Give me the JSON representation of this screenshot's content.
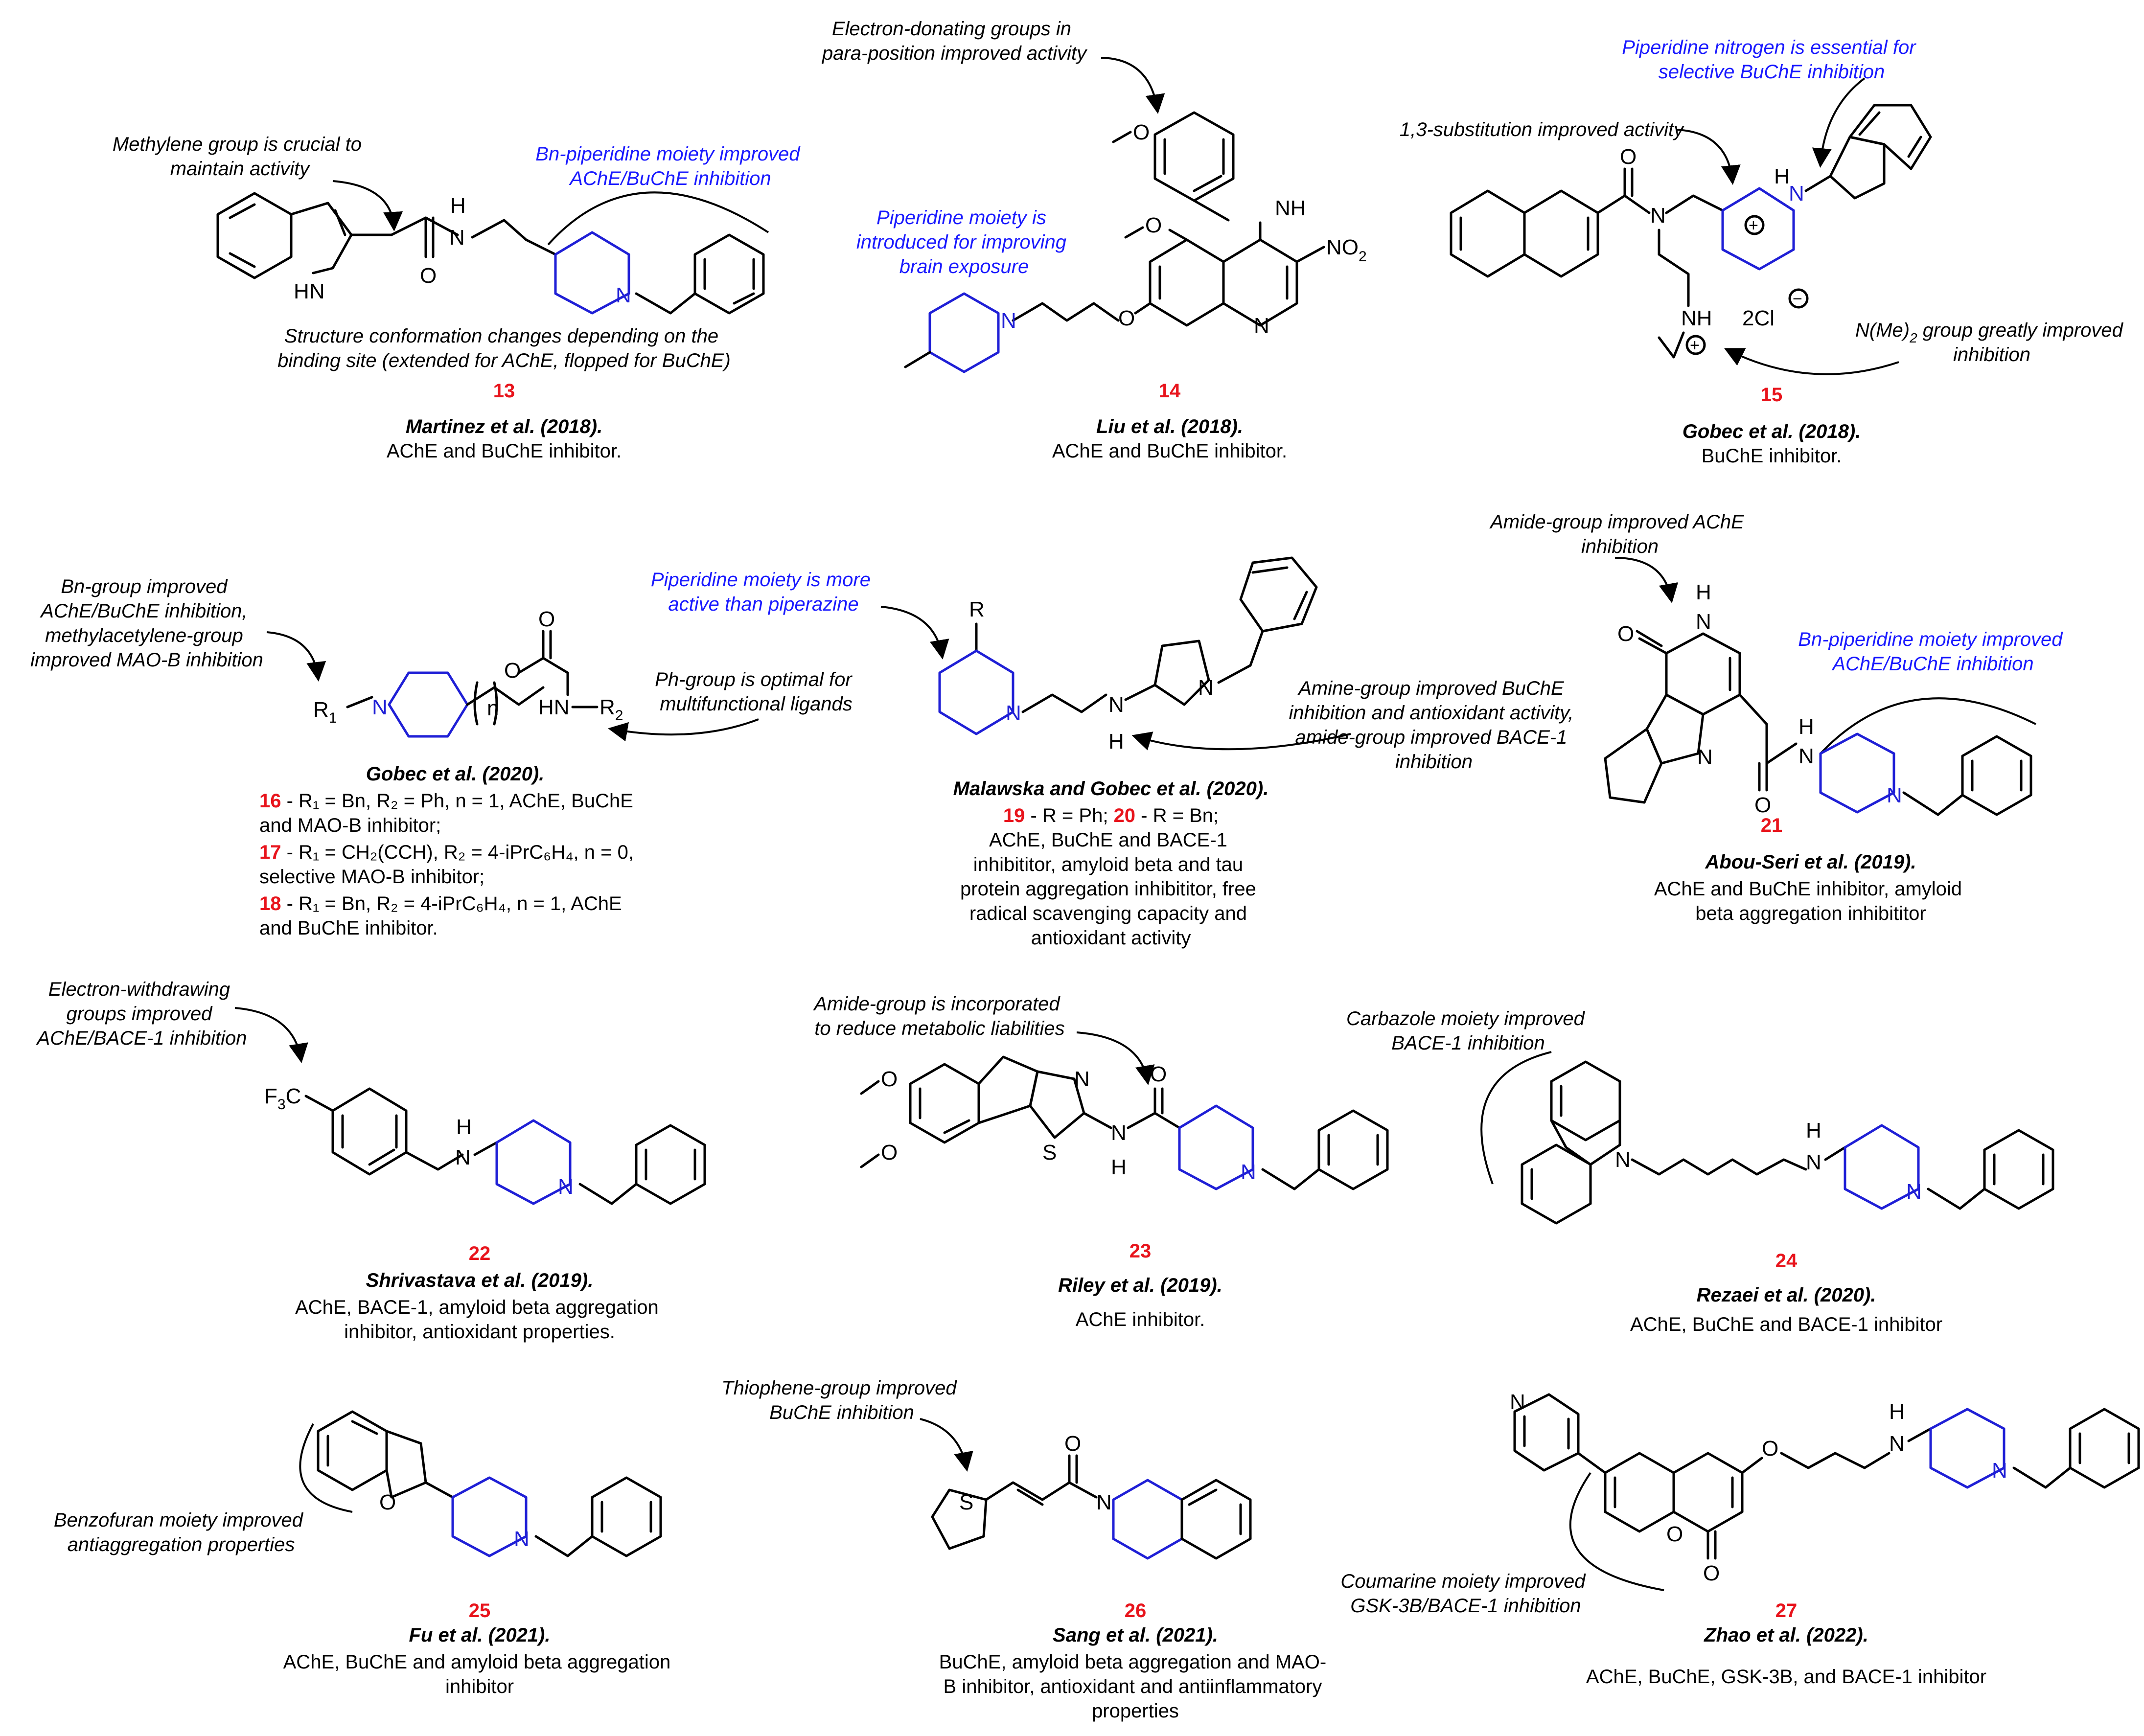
{
  "compounds": {
    "c13": {
      "number": "13",
      "ref": "Martinez et al. (2018).",
      "desc": "AChE and BuChE inhibitor.",
      "notes": {
        "a": [
          "Methylene group is crucial to",
          "maintain activity"
        ],
        "b": [
          "Bn-piperidine moiety improved",
          "AChE/BuChE inhibition"
        ],
        "c": [
          "Structure conformation changes depending on the",
          "binding site (extended for AChE, flopped for BuChE)"
        ]
      }
    },
    "c14": {
      "number": "14",
      "ref": "Liu et al. (2018).",
      "desc": "AChE and BuChE inhibitor.",
      "notes": {
        "a": [
          "Electron-donating groups in",
          "para-position improved activity"
        ],
        "b": [
          "Piperidine moiety is",
          "introduced for improving",
          "brain exposure"
        ]
      }
    },
    "c15": {
      "number": "15",
      "ref": "Gobec et al. (2018).",
      "desc": "BuChE inhibitor.",
      "notes": {
        "a": [
          "Piperidine nitrogen is essential for",
          "selective BuChE inhibition"
        ],
        "b": [
          "1,3-substitution improved activity"
        ],
        "c": [
          "N(Me)",
          "2",
          " group greatly improved",
          "inhibition"
        ]
      }
    },
    "c16_18": {
      "ref": "Gobec et al. (2020).",
      "notes": {
        "a": [
          "Bn-group improved",
          "AChE/BuChE inhibition,",
          "methylacetylene-group",
          "improved MAO-B inhibition"
        ],
        "b": [
          "Ph-group is optimal for",
          "multifunctional ligands"
        ]
      },
      "lines": [
        {
          "num": "16",
          "text": " - R₁ = Bn, R₂ = Ph, n = 1, AChE, BuChE"
        },
        {
          "num": "",
          "text": "and MAO-B inhibitor;"
        },
        {
          "num": "17",
          "text": " - R₁ = CH₂(CCH), R₂ = 4-iPrC₆H₄, n = 0,"
        },
        {
          "num": "",
          "text": "selective MAO-B inhibitor;"
        },
        {
          "num": "18",
          "text": " - R₁ = Bn, R₂ = 4-iPrC₆H₄, n = 1, AChE"
        },
        {
          "num": "",
          "text": "and BuChE inhibitor."
        }
      ]
    },
    "c19_20": {
      "ref": "Malawska and Gobec et al. (2020).",
      "num1": "19",
      "txt1": " - R = Ph; ",
      "num2": "20",
      "txt2": " - R = Bn;",
      "desc": [
        "AChE, BuChE and BACE-1",
        "inhibititor, amyloid beta and tau",
        "protein aggregation inhibititor, free",
        "radical scavenging capacity and",
        "antioxidant activity"
      ],
      "notes": {
        "a": [
          "Piperidine moiety is more",
          "active than piperazine"
        ],
        "b": [
          "Amine-group improved BuChE",
          "inhibition and antioxidant activity,",
          "amide-group improved BACE-1",
          "inhibition"
        ]
      }
    },
    "c21": {
      "number": "21",
      "ref": "Abou-Seri et al. (2019).",
      "desc": [
        "AChE and BuChE inhibitor, amyloid",
        "beta aggregation inhibititor"
      ],
      "notes": {
        "a": [
          "Amide-group improved AChE",
          "inhibition"
        ],
        "b": [
          "Bn-piperidine moiety improved",
          "AChE/BuChE inhibition"
        ]
      }
    },
    "c22": {
      "number": "22",
      "ref": "Shrivastava et al. (2019).",
      "desc": [
        "AChE, BACE-1, amyloid beta aggregation",
        "inhibitor, antioxidant properties."
      ],
      "notes": {
        "a": [
          "Electron-withdrawing",
          "groups improved",
          "AChE/BACE-1 inhibition"
        ]
      }
    },
    "c23": {
      "number": "23",
      "ref": "Riley et al. (2019).",
      "desc": "AChE inhibitor.",
      "notes": {
        "a": [
          "Amide-group is incorporated",
          "to reduce metabolic liabilities"
        ]
      }
    },
    "c24": {
      "number": "24",
      "ref": "Rezaei et al. (2020).",
      "desc": "AChE, BuChE and BACE-1 inhibitor",
      "notes": {
        "a": [
          "Carbazole moiety improved",
          "BACE-1 inhibition"
        ]
      }
    },
    "c25": {
      "number": "25",
      "ref": "Fu et al. (2021).",
      "desc": [
        "AChE, BuChE and amyloid beta aggregation",
        "inhibitor"
      ],
      "notes": {
        "a": [
          "Benzofuran moiety improved",
          "antiaggregation properties"
        ]
      }
    },
    "c26": {
      "number": "26",
      "ref": "Sang et al. (2021).",
      "desc": [
        "BuChE, amyloid beta aggregation and MAO-",
        "B inhibitor, antioxidant and antiinflammatory",
        "properties"
      ],
      "notes": {
        "a": [
          "Thiophene-group improved",
          "BuChE inhibition"
        ]
      }
    },
    "c27": {
      "number": "27",
      "ref": "Zhao et al. (2022).",
      "desc": "AChE, BuChE, GSK-3B, and BACE-1 inhibitor",
      "notes": {
        "a": [
          "Coumarine moiety improved",
          "GSK-3B/BACE-1 inhibition"
        ]
      }
    }
  },
  "atoms": {
    "NH": "NH",
    "H": "H",
    "N": "N",
    "O": "O",
    "S": "S",
    "R": "R",
    "NO": "NO",
    "sub2": "2",
    "sub1": "1",
    "sub3": "3",
    "n": "n",
    "F": "F",
    "C": "C",
    "HN": "HN",
    "twoCl": "2Cl",
    "plus": "+",
    "minus": "−"
  },
  "colors": {
    "annotation_blue": "#1a1aff",
    "piperidine_blue": "#1f1fd6",
    "number_red": "#e8141c"
  }
}
